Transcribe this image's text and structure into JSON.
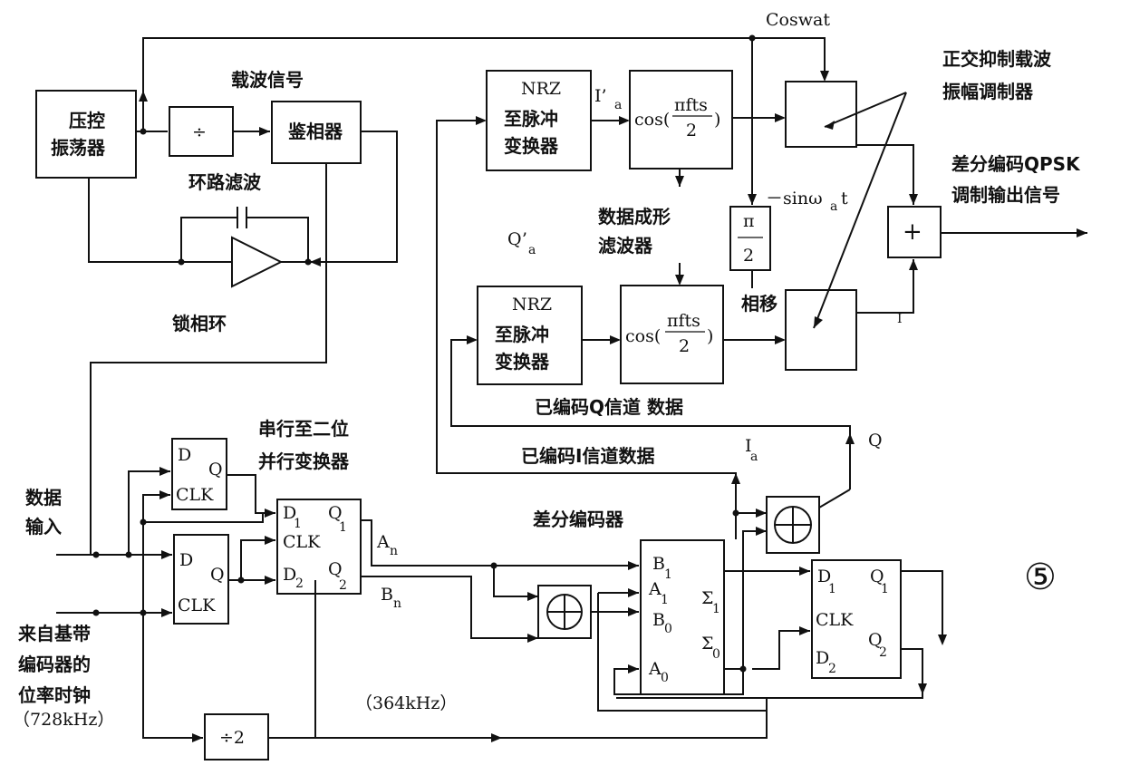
{
  "labels": {
    "vco_1": "压控",
    "vco_2": "振荡器",
    "divider": "÷",
    "phase_detector": "鉴相器",
    "carrier_signal": "载波信号",
    "loop_filter": "环路滤波",
    "pll": "锁相环",
    "nrz_1": "NRZ",
    "nrz_2": "至脉冲",
    "nrz_3": "变换器",
    "i_prime": "I’",
    "i_prime_sub": "a",
    "q_prime": "Q’",
    "q_prime_sub": "a",
    "cos_prefix": "cos(",
    "cos_num": "πfts",
    "cos_den": "2",
    "cos_suffix": ")",
    "data_shaping_1": "数据成形",
    "data_shaping_2": "滤波器",
    "coswat": "Coswat",
    "modulator_1": "正交抑制载波",
    "modulator_2": "振幅调制器",
    "sin_label": "－sinω",
    "sin_sub": "a",
    "sin_t": "t",
    "pi_num": "π",
    "pi_den": "2",
    "phase_shift": "相移",
    "plus": "+",
    "output_1": "差分编码QPSK",
    "output_2": "调制输出信号",
    "q_channel_data": "已编码Q信道  数据",
    "i_channel_data": "已编码I信道数据",
    "ia": "I",
    "ia_sub": "a",
    "q_out": "Q",
    "i_small": "I",
    "s2p_1": "串行至二位",
    "s2p_2": "并行变换器",
    "ff_d": "D",
    "ff_q": "Q",
    "ff_clk": "CLK",
    "d1": "D",
    "d1_sub": "1",
    "q1": "Q",
    "q1_sub": "1",
    "d2": "D",
    "d2_sub": "2",
    "q2": "Q",
    "q2_sub": "2",
    "an": "A",
    "an_sub": "n",
    "bn": "B",
    "bn_sub": "n",
    "diff_encoder": "差分编码器",
    "b1": "B",
    "b1_sub": "1",
    "a1": "A",
    "a1_sub": "1",
    "b0": "B",
    "b0_sub": "0",
    "a0": "A",
    "a0_sub": "0",
    "sigma1": "Σ",
    "sigma1_sub": "1",
    "sigma0": "Σ",
    "sigma0_sub": "0",
    "data_input_1": "数据",
    "data_input_2": "输入",
    "clock_src_1": "来自基带",
    "clock_src_2": "编码器的",
    "clock_src_3": "位率时钟",
    "clock_src_4": "（728kHz）",
    "div2": "÷2",
    "freq_364": "（364kHz）",
    "circle_num": "⑤"
  }
}
